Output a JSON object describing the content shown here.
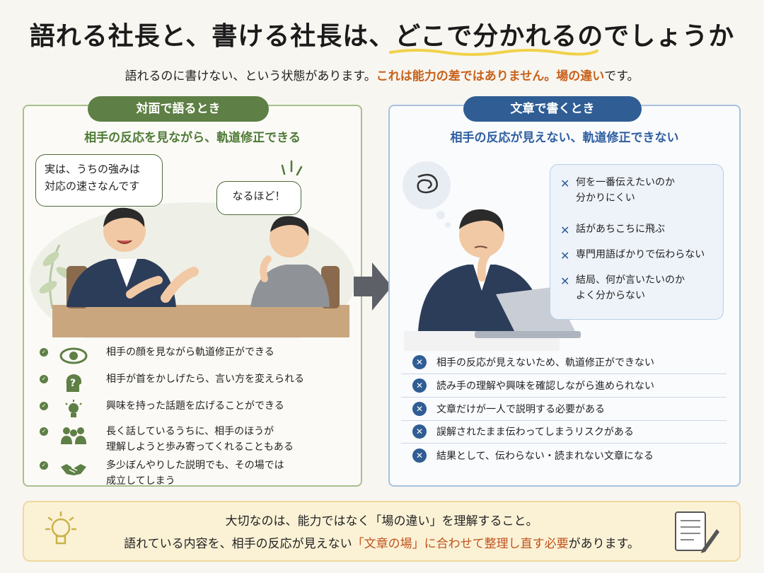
{
  "title": "語れる社長と、書ける社長は、どこで分かれるのでしょうか",
  "subtitle": {
    "part1": "語れるのに書けない、という状態があります。",
    "highlight": "これは能力の差ではありません。場の違い",
    "part2": "です。"
  },
  "left_panel": {
    "label": "対面で語るとき",
    "subtitle": "相手の反応を見ながら、軌道修正できる",
    "bubble_speaker_line1": "実は、うちの強みは",
    "bubble_speaker_line2": "対応の速さなんです",
    "bubble_listener": "なるほど！",
    "items": [
      {
        "icon": "eye-icon",
        "line1": "相手の顔を見ながら軌道修正ができる",
        "line2": ""
      },
      {
        "icon": "question-head-icon",
        "line1": "相手が首をかしげたら、言い方を変えられる",
        "line2": ""
      },
      {
        "icon": "lightbulb-icon",
        "line1": "興味を持った話題を広げることができる",
        "line2": ""
      },
      {
        "icon": "people-icon",
        "line1": "長く話しているうちに、相手のほうが",
        "line2": "理解しようと歩み寄ってくれることもある"
      },
      {
        "icon": "handshake-icon",
        "line1": "多少ぼんやりした説明でも、その場では",
        "line2": "成立してしまう"
      }
    ]
  },
  "right_panel": {
    "label": "文章で書くとき",
    "subtitle": "相手の反応が見えない、軌道修正できない",
    "thoughts": [
      {
        "line1": "何を一番伝えたいのか",
        "line2": "分かりにくい"
      },
      {
        "line1": "話があちこちに飛ぶ",
        "line2": ""
      },
      {
        "line1": "専門用語ばかりで伝わらない",
        "line2": ""
      },
      {
        "line1": "結局、何が言いたいのか",
        "line2": "よく分からない"
      }
    ],
    "items": [
      "相手の反応が見えないため、軌道修正ができない",
      "読み手の理解や興味を確認しながら進められない",
      "文章だけが一人で説明する必要がある",
      "誤解されたまま伝わってしまうリスクがある",
      "結果として、伝わらない・読まれない文章になる"
    ]
  },
  "bottom": {
    "line1": "大切なのは、能力ではなく「場の違い」を理解すること。",
    "line2_a": "語れている内容を、相手の反応が見えない",
    "line2_hl": "「文章の場」に合わせて整理し直す必要",
    "line2_b": "があります。"
  },
  "colors": {
    "green": "#5e7f45",
    "blue": "#2f5d94",
    "orange": "#c8611a"
  }
}
